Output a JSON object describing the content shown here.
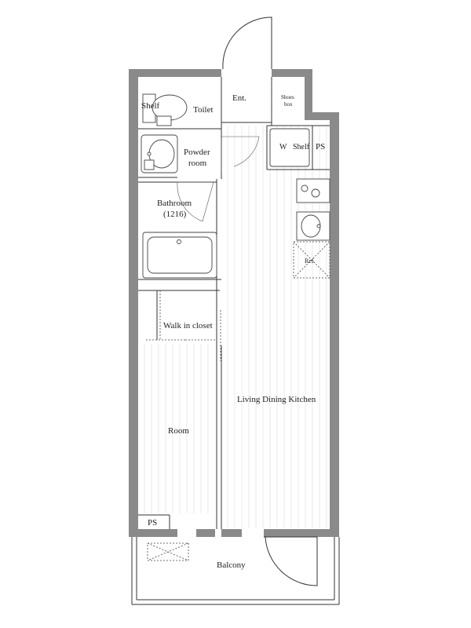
{
  "labels": {
    "shelf_toilet": "Shelf",
    "toilet": "Toilet",
    "entrance": "Ent.",
    "shoes_box_line1": "Shoes",
    "shoes_box_line2": "box",
    "powder_room_line1": "Powder",
    "powder_room_line2": "room",
    "bathroom_line1": "Bathroom",
    "bathroom_line2": "(1216)",
    "w_shelf_w": "W",
    "w_shelf": "Shelf",
    "ps_top": "PS",
    "ref": "Ref.",
    "walk_in_closet": "Walk in closet",
    "ldk": "Living Dining Kitchen",
    "room": "Room",
    "ps_bottom": "PS",
    "balcony": "Balcony"
  },
  "colors": {
    "wall": "#8a8a8a",
    "line": "#333333",
    "floor_stripe": "#d9d9d9"
  }
}
